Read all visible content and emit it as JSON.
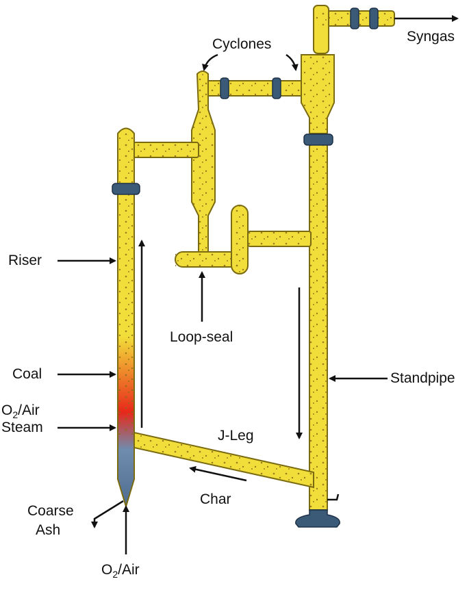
{
  "labels": {
    "syngas": "Syngas",
    "cyclones": "Cyclones",
    "riser": "Riser",
    "loop_seal": "Loop-seal",
    "coal": "Coal",
    "standpipe": "Standpipe",
    "o2_air_prefix": "O",
    "o2_air_sub": "2",
    "o2_air_suffix": "/Air",
    "steam": "Steam",
    "j_leg": "J-Leg",
    "char": "Char",
    "coarse": "Coarse",
    "ash": "Ash",
    "bottom_o2_prefix": "O",
    "bottom_o2_sub": "2",
    "bottom_o2_suffix": "/Air"
  },
  "colors": {
    "pipe_fill": "#f2de3a",
    "pipe_stroke": "#7a6a10",
    "dots": "#8a6d1a",
    "flange": "#3b5a78",
    "hot_zone": "#e8281a",
    "ash_zone": "#6f8cae",
    "arrow": "#111111"
  }
}
